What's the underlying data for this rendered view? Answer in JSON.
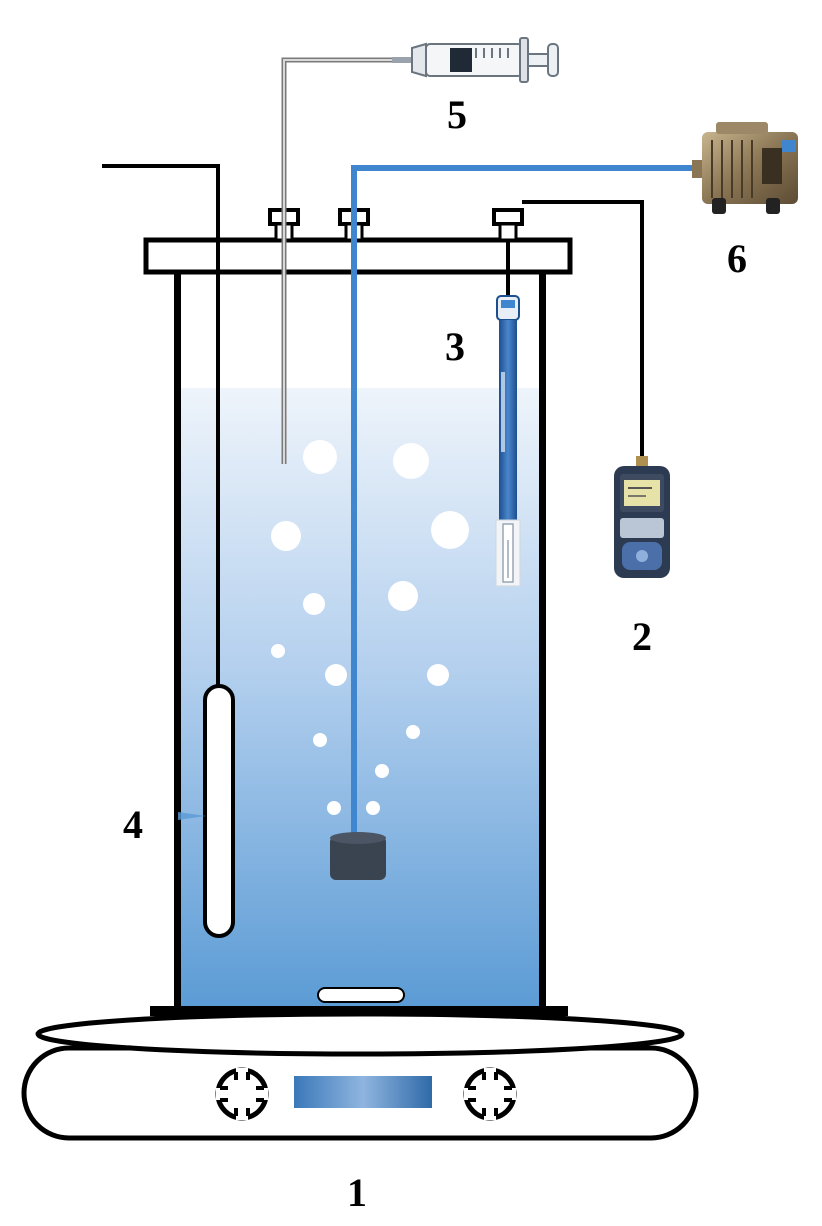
{
  "labels": {
    "stirrer": "1",
    "meter": "2",
    "probe": "3",
    "thermometer": "4",
    "syringe": "5",
    "air_pump": "6"
  },
  "colors": {
    "liquid_top": "#eef4fb",
    "liquid_bottom": "#5b9bd5",
    "air_line": "#3f86cf",
    "diffuser": "#3a4350",
    "outline": "#000000"
  },
  "icons": {
    "stirrer": "magnetic-stirrer-icon",
    "meter": "handheld-meter-icon",
    "probe": "electrode-probe-icon",
    "thermometer": "thermometer-icon",
    "syringe": "syringe-icon",
    "air_pump": "air-pump-icon"
  }
}
